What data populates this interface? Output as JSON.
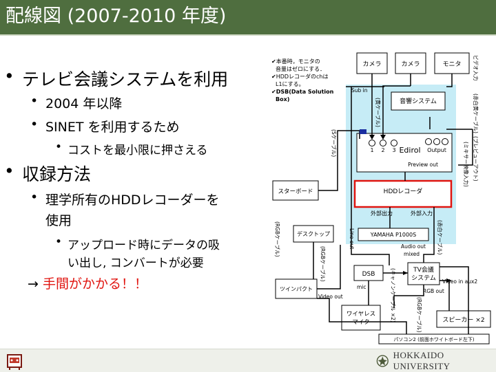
{
  "slide": {
    "title": "配線図 (2007-2010 年度)",
    "bullets": [
      {
        "text": "テレビ会議システムを利用",
        "level": 1
      },
      {
        "text": "2004 年以降",
        "level": 2
      },
      {
        "text": "SINET を利用するため",
        "level": 2
      },
      {
        "text": "コストを最小限に押さえる",
        "level": 3
      },
      {
        "text": "収録方法",
        "level": 1
      },
      {
        "text": "理学所有のHDDレコーダーを",
        "level": 2
      },
      {
        "text": "使用",
        "level": 2
      },
      {
        "text": "アップロード時にデータの吸",
        "level": 3
      },
      {
        "text": "い出し,  コンバートが必要",
        "level": 3
      }
    ],
    "arrow_prefix": "→ ",
    "arrow_text": "手間がかかる！！"
  },
  "footer": {
    "university": "HOKKAIDO UNIVERSITY"
  },
  "colors": {
    "title_bg": "#4f6e3f",
    "accent_red": "#e0140f",
    "subin_area": "#c6ecf6",
    "hdd_border": "#e0140f"
  },
  "diagram": {
    "notes": [
      "✔本番時，モニタの",
      "音量はゼロにする．",
      "✔HDDレコーダのchは",
      "L1にする。",
      "✔DSB(Data Solution",
      "Box)"
    ],
    "boxes": {
      "camera1": "カメラ",
      "camera2": "カメラ",
      "monitor": "モニタ",
      "audio": "音響システム",
      "edirol": "Edirol",
      "edirol_in1": "1",
      "edirol_in2": "2",
      "edirol_in3": "3",
      "edirol_output": "Output",
      "preview_out": "Preview out",
      "starboard": "スターボード",
      "hdd": "HDDレコーダ",
      "ext_out": "外部出力",
      "ext_in": "外部入力",
      "yamaha": "YAMAHA P1000S",
      "desktop": "デスクトップ",
      "dsb": "DSB",
      "tv1": "TV会議",
      "tv2": "システム",
      "twinpact": "ツインパクト",
      "wireless1": "ワイヤレス",
      "wireless2": "マイク",
      "speaker": "スピーカー ×2",
      "pc2": "パソコン2 (前面ホワイトボード左下)"
    },
    "labels": {
      "sub_in": "Sub in",
      "line_out": "Line out",
      "audio_out": "Audio out",
      "mixed": "mixed",
      "rgb_out": "RGB out",
      "video_in_aux2": "Video in aux2",
      "video_out": "Video out",
      "mic": "mic",
      "red_white_cable": "(赤白ケーブル)",
      "xlr_cable": "(キャノンケーブル ×2)"
    },
    "vlabels": {
      "yellow_cable": "(黄ケーブル)",
      "video_input": "ビデオ入力",
      "red_white_yellow": "(赤白黄ケーブル)",
      "preview_out_v": "(プレビューアウト)",
      "mixer_video_in": "(ミキサー映像入力)",
      "s_cable": "(Sケーブル)",
      "rgb_cable": "(RGBケーブル)",
      "rgb_cable2": "(RGBケーブル)",
      "rgb_cable3": "(RGBケーブル)"
    }
  }
}
